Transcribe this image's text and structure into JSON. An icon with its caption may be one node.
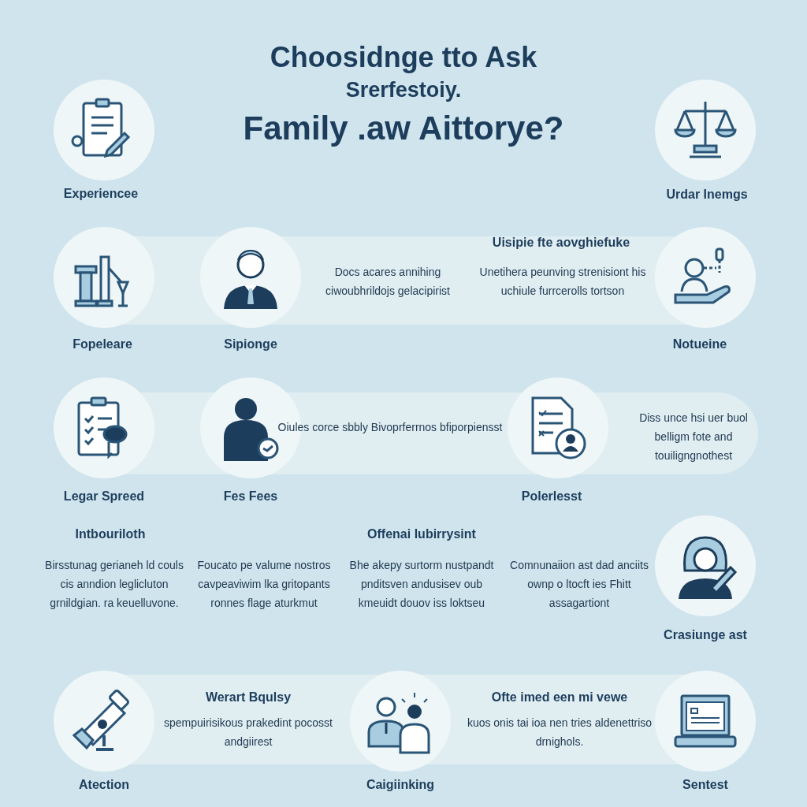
{
  "diagram": {
    "title": "Choosidnge tto Ask",
    "labels": [
      "Srerfestoiy.",
      "Family .aw Aittorye?",
      "Experiencee",
      "Urdar Inemgs",
      "Uisipie fte aovghiefuke",
      "Docs acares annihing ciwoubhrildojs gelacipirist",
      "Unetihera peunving strenisiont his uchiule furrcerolls tortson",
      "Fopeleare",
      "Sipionge",
      "Notueine",
      "Oiules corce sbbly Bivoprferrnos bfiporpiensst",
      "Diss unce hsi uer buol belligm fote and touiligngnothest",
      "Legar Spreed",
      "Fes Fees",
      "Polerlesst",
      "Intbouriloth",
      "Offenai lubirrysint",
      "Birsstunag gerianeh ld couls cis anndion leglicluton grnildgian. ra keuelluvone.",
      "Foucato pe valume nostros cavpeaviwim lka gritopants ronnes flage aturkmut",
      "Bhe akepy surtorm nustpandt pnditsven andusisev oub kmeuidt douov iss loktseu",
      "Comnunaiion ast dad anciits ownp o ltocft ies Fhitt assagartiont",
      "Crasiunge ast",
      "Werart Bqulsy",
      "spempuirisikous prakedint pocosst andgiirest",
      "Ofte imed een mi vewe",
      "kuos onis tai ioa nen tries aldenettriso drnighols.",
      "Atection",
      "Caigiinking",
      "Sentest"
    ]
  }
}
